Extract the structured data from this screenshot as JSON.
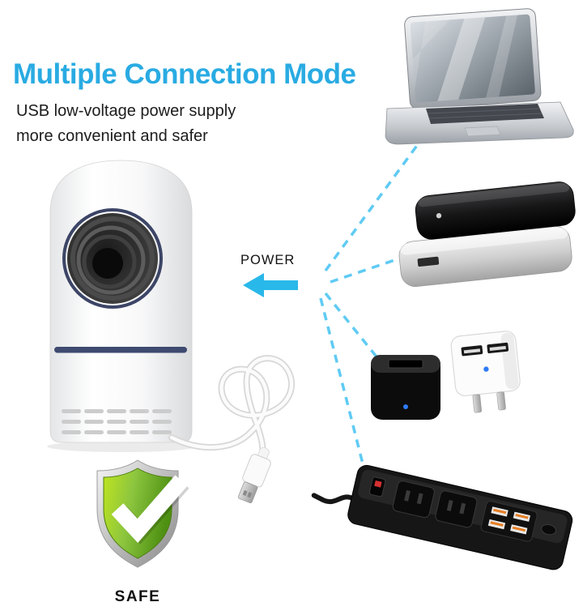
{
  "title": "Multiple Connection Mode",
  "subtitle": {
    "line1": "USB low-voltage power supply",
    "line2": "more convenient and safer"
  },
  "labels": {
    "power": "POWER",
    "safe": "SAFE"
  },
  "colors": {
    "title": "#29ABE2",
    "arrow": "#29B8EA",
    "dashed_line": "#5FCBF4",
    "shield_green": "#8DC63F",
    "lamp_band": "#3F4A70",
    "text": "#1C1C1C",
    "background": "#FFFFFF"
  },
  "icons": [
    {
      "name": "mosquito-killer-lamp-icon"
    },
    {
      "name": "usb-plug-icon"
    },
    {
      "name": "laptop-icon"
    },
    {
      "name": "power-bank-icon"
    },
    {
      "name": "usb-wall-adapter-icon"
    },
    {
      "name": "power-strip-icon"
    },
    {
      "name": "shield-check-icon"
    },
    {
      "name": "left-arrow-icon"
    }
  ]
}
